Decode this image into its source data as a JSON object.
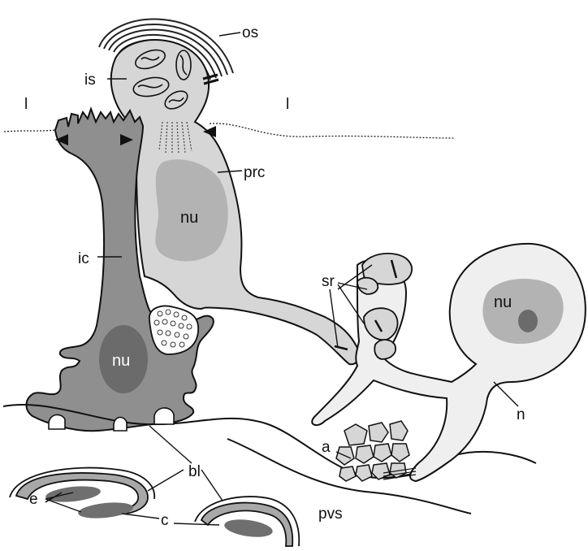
{
  "labels": {
    "os": "os",
    "is": "is",
    "l_left": "l",
    "l_right": "l",
    "prc": "prc",
    "nu_photoreceptor": "nu",
    "ic": "ic",
    "nu_interstitial": "nu",
    "sr": "sr",
    "nu_neuron": "nu",
    "n": "n",
    "a": "a",
    "bl": "bl",
    "e": "e",
    "c": "c",
    "pvs": "pvs"
  },
  "colors": {
    "interstitial_cell": "#8f8f8f",
    "photoreceptor": "#d6d6d6",
    "nucleus_light": "#b3b3b3",
    "nucleus_dark": "#6b6b6b",
    "neuron": "#efefef",
    "capillary_wall": "#a8a8a8",
    "endothelial_nucleus": "#6f6f6f"
  }
}
